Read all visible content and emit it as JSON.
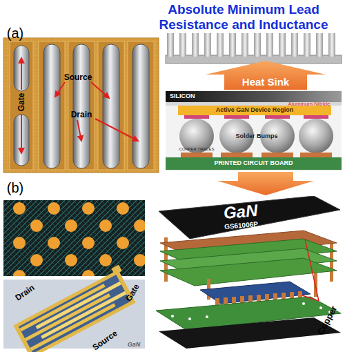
{
  "diagram": {
    "title": "Absolute Minimum Lead Resistance and Inductance",
    "nodes": [
      {
        "text": [
          "SILICON"
        ]
      },
      {
        "text": [
          "Active GaN Device Region"
        ]
      },
      {
        "text": [
          "PRINTED CIRCUIT BOARD"
        ]
      },
      {
        "text": [
          "GaN",
          "GS61006P"
        ]
      }
    ],
    "labels": [
      "(a)",
      "Gate",
      "Source",
      "Drain",
      "Heat Sink",
      "Aluminum Nitride",
      "Solder Bumps",
      "COPPER TRACES",
      "(b)",
      "Drain",
      "Gate",
      "Source",
      "GaN",
      "Copper"
    ]
  }
}
